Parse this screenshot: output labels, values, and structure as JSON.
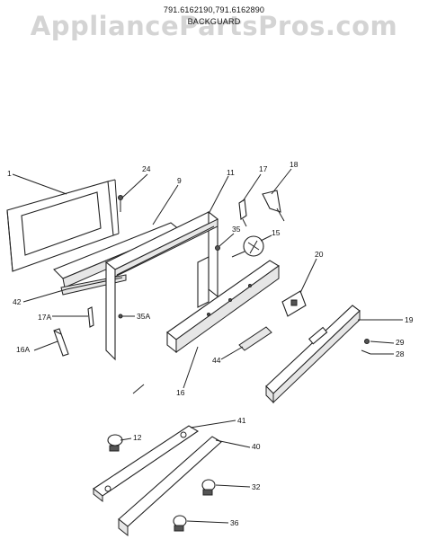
{
  "header": {
    "model_numbers": "791.6162190,791.6162890",
    "section_title": "BACKGUARD"
  },
  "watermark": {
    "text": "AppliancePartsPros.com"
  },
  "callouts": [
    {
      "id": "c-1",
      "label": "1"
    },
    {
      "id": "c-24",
      "label": "24"
    },
    {
      "id": "c-9",
      "label": "9"
    },
    {
      "id": "c-11",
      "label": "11"
    },
    {
      "id": "c-17",
      "label": "17"
    },
    {
      "id": "c-18",
      "label": "18"
    },
    {
      "id": "c-35",
      "label": "35"
    },
    {
      "id": "c-15",
      "label": "15"
    },
    {
      "id": "c-20",
      "label": "20"
    },
    {
      "id": "c-42",
      "label": "42"
    },
    {
      "id": "c-17A",
      "label": "17A"
    },
    {
      "id": "c-35A",
      "label": "35A"
    },
    {
      "id": "c-19",
      "label": "19"
    },
    {
      "id": "c-16A",
      "label": "16A"
    },
    {
      "id": "c-29",
      "label": "29"
    },
    {
      "id": "c-28",
      "label": "28"
    },
    {
      "id": "c-44",
      "label": "44"
    },
    {
      "id": "c-16",
      "label": "16"
    },
    {
      "id": "c-41",
      "label": "41"
    },
    {
      "id": "c-12",
      "label": "12"
    },
    {
      "id": "c-40",
      "label": "40"
    },
    {
      "id": "c-32",
      "label": "32"
    },
    {
      "id": "c-36",
      "label": "36"
    }
  ]
}
